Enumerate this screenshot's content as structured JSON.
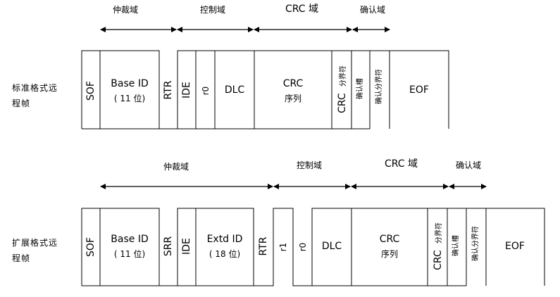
{
  "frame1": {
    "format_label": "标准格式远程帧",
    "headers": {
      "arbitration": "仲裁域",
      "control": "控制域",
      "crc": "CRC 域",
      "ack": "确认域"
    },
    "fields": {
      "sof": "SOF",
      "id_main": "Base ID",
      "id_sub": "( 11 位)",
      "rtr": "RTR",
      "ide": "IDE",
      "r0": "r0",
      "dlc": "DLC",
      "crc_main": "CRC",
      "crc_sub": "序列",
      "crc_delim_a": "CRC",
      "crc_delim_b": "分界符",
      "ack_slot": "确认槽",
      "ack_delim": "确认分界符",
      "eof": "EOF"
    }
  },
  "frame2": {
    "format_label": "扩展格式远程帧",
    "headers": {
      "arbitration": "仲裁域",
      "control": "控制域",
      "crc": "CRC 域",
      "ack": "确认域"
    },
    "fields": {
      "sof": "SOF",
      "base_main": "Base ID",
      "base_sub": "( 11 位)",
      "srr": "SRR",
      "ide": "IDE",
      "ext_main": "Extd ID",
      "ext_sub": "( 18 位)",
      "rtr": "RTR",
      "r1": "r1",
      "r0": "r0",
      "dlc": "DLC",
      "crc_main": "CRC",
      "crc_sub": "序列",
      "crc_delim_a": "CRC",
      "crc_delim_b": "分界符",
      "ack_slot": "确认槽",
      "ack_delim": "确认分界符",
      "eof": "EOF"
    }
  }
}
